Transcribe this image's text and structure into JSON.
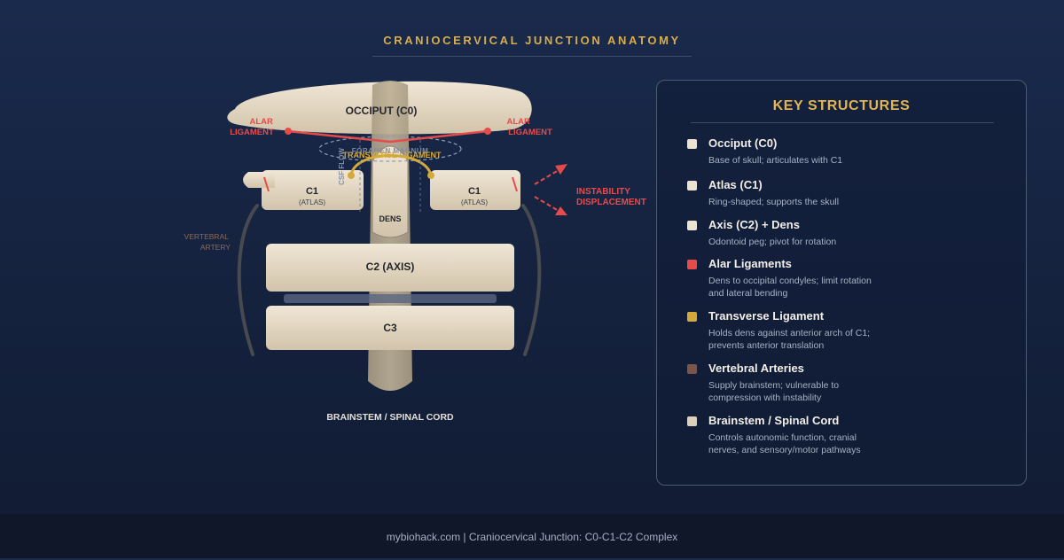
{
  "page": {
    "title": "CRANIOCERVICAL JUNCTION ANATOMY"
  },
  "diagram": {
    "occiput_label": "OCCIPUT (C0)",
    "alar_label_left": [
      "ALAR",
      "LIGAMENT"
    ],
    "alar_label_right": [
      "ALAR",
      "LIGAMENT"
    ],
    "foramen_label": "FORAMEN MAGNUM",
    "transverse_label": "TRANSVERSE LIGAMENT",
    "csf_label": "CSF FLOW",
    "c1_left": {
      "name": "C1",
      "sub": "(ATLAS)"
    },
    "c1_right": {
      "name": "C1",
      "sub": "(ATLAS)"
    },
    "dens_label": "DENS",
    "c2_label": "C2 (AXIS)",
    "c3_label": "C3",
    "vertebral_label": [
      "VERTEBRAL",
      "ARTERY"
    ],
    "instability_label": [
      "INSTABILITY",
      "DISPLACEMENT"
    ],
    "cord_label": "BRAINSTEM / SPINAL CORD",
    "colors": {
      "bone": "#ddd0b9",
      "alar": "#e64b4b",
      "transverse": "#d4a93c",
      "vertebral": "#7d5448",
      "cord": "#b6a88d",
      "accent": "#d9ac4c"
    }
  },
  "key": {
    "title": "KEY STRUCTURES",
    "items": [
      {
        "name": "Occiput (C0)",
        "desc": "Base of skull; articulates with C1",
        "color": "#ece2d2"
      },
      {
        "name": "Atlas (C1)",
        "desc": "Ring-shaped; supports the skull",
        "color": "#ece2d2"
      },
      {
        "name": "Axis (C2) + Dens",
        "desc": "Odontoid peg; pivot for rotation",
        "color": "#ece2d2"
      },
      {
        "name": "Alar Ligaments",
        "desc": "Dens to occipital condyles; limit rotation and lateral bending",
        "color": "#e64b4b"
      },
      {
        "name": "Transverse Ligament",
        "desc": "Holds dens against anterior arch of C1; prevents anterior translation",
        "color": "#d4a93c"
      },
      {
        "name": "Vertebral Arteries",
        "desc": "Supply brainstem; vulnerable to compression with instability",
        "color": "#7d5448"
      },
      {
        "name": "Brainstem / Spinal Cord",
        "desc": "Controls autonomic function, cranial nerves, and sensory/motor pathways",
        "color": "#ddd0b9"
      }
    ]
  },
  "footer": {
    "text": "mybiohack.com | Craniocervical Junction: C0-C1-C2 Complex"
  }
}
